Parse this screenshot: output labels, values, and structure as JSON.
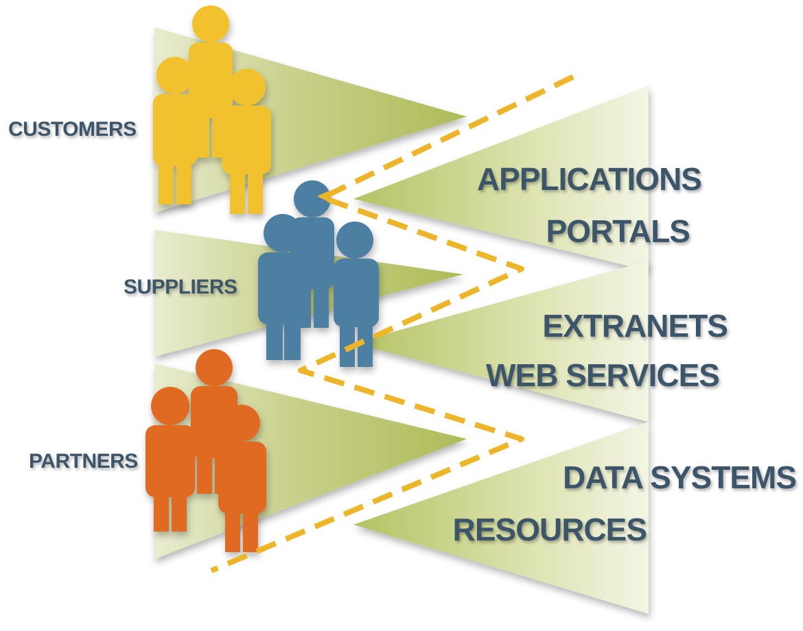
{
  "groups": [
    {
      "id": "customers",
      "label": "CUSTOMERS",
      "color": "#F2C12E",
      "icon": "people-group-icon"
    },
    {
      "id": "suppliers",
      "label": "SUPPLIERS",
      "color": "#4E7FA3",
      "icon": "people-group-icon"
    },
    {
      "id": "partners",
      "label": "PARTNERS",
      "color": "#E06A24",
      "icon": "people-group-icon"
    }
  ],
  "systems": [
    {
      "id": "applications",
      "line1": "APPLICATIONS",
      "line2": "PORTALS"
    },
    {
      "id": "extranets",
      "line1": "EXTRANETS",
      "line2": "WEB SERVICES"
    },
    {
      "id": "data",
      "line1": "DATA SYSTEMS",
      "line2": "RESOURCES"
    }
  ],
  "colors": {
    "label_text": "#3D5568",
    "wedge_dark": "#B8C467",
    "wedge_light": "#F2F4E2",
    "path_dash": "#EDB52A"
  }
}
